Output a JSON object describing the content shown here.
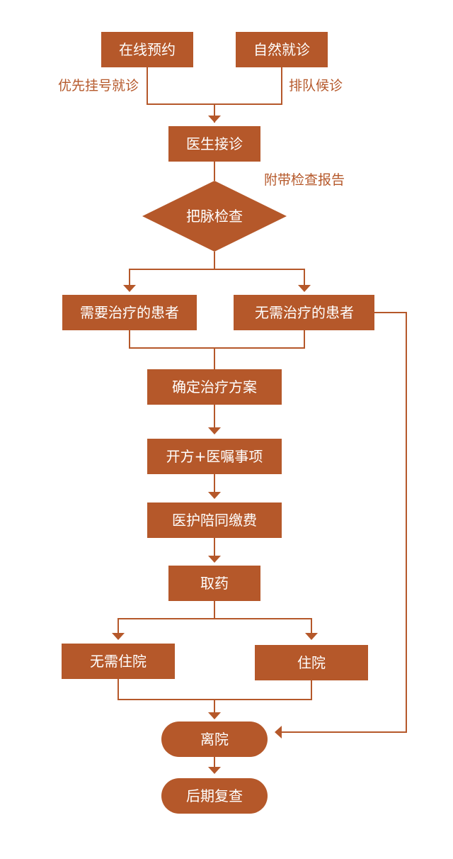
{
  "colors": {
    "node_fill": "#b5582a",
    "line": "#b5582a",
    "label": "#b5582a",
    "node_text": "#ffffff"
  },
  "nodes": {
    "online": "在线预约",
    "natural": "自然就诊",
    "doctor": "医生接诊",
    "pulse": "把脉检查",
    "need_treat": "需要治疗的患者",
    "no_treat": "无需治疗的患者",
    "plan": "确定治疗方案",
    "prescribe": "开方+医嘱事项",
    "escort": "医护陪同缴费",
    "medicine": "取药",
    "no_hosp": "无需住院",
    "hosp": "住院",
    "discharge": "离院",
    "followup": "后期复查"
  },
  "labels": {
    "priority": "优先挂号就诊",
    "queue": "排队候诊",
    "report": "附带检查报告"
  }
}
